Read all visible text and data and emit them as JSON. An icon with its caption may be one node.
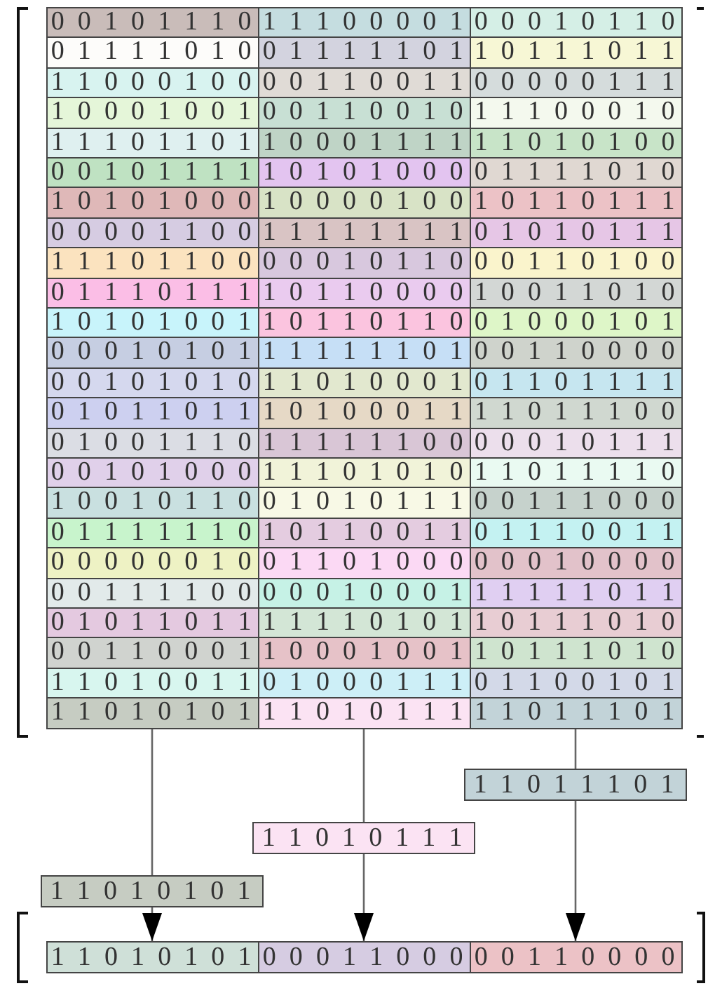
{
  "diagram": {
    "nodes": [
      {
        "text": [
          "0 0 1 0 1 1 1 0"
        ]
      },
      {
        "text": [
          "1 1 1 0 0 0 0 1"
        ]
      },
      {
        "text": [
          "0 0 0 1 0 1 1 0"
        ]
      },
      {
        "text": [
          "0 1 1 1 1 0 1 0"
        ]
      },
      {
        "text": [
          "0 1 1 1 1 1 0 1"
        ]
      },
      {
        "text": [
          "1 0 1 1 1 0 1 1"
        ]
      },
      {
        "text": [
          "1 1 0 0 0 1 0 0"
        ]
      },
      {
        "text": [
          "0 0 1 1 0 0 1 1"
        ]
      },
      {
        "text": [
          "0 0 0 0 0 1 1 1"
        ]
      },
      {
        "text": [
          "1 0 0 0 1 0 0 1"
        ]
      },
      {
        "text": [
          "0 0 1 1 0 0 1 0"
        ]
      },
      {
        "text": [
          "1 1 1 0 0 0 1 0"
        ]
      },
      {
        "text": [
          "1 1 1 0 1 1 0 1"
        ]
      },
      {
        "text": [
          "1 0 0 0 1 1 1 1"
        ]
      },
      {
        "text": [
          "1 1 0 1 0 1 0 0"
        ]
      },
      {
        "text": [
          "0 0 1 0 1 1 1 1"
        ]
      },
      {
        "text": [
          "1 0 1 0 1 0 0 0"
        ]
      },
      {
        "text": [
          "0 1 1 1 1 0 1 0"
        ]
      },
      {
        "text": [
          "1 0 1 0 1 0 0 0"
        ]
      },
      {
        "text": [
          "1 0 0 0 0 1 0 0"
        ]
      },
      {
        "text": [
          "1 0 1 1 0 1 1 1"
        ]
      },
      {
        "text": [
          "0 0 0 0 1 1 0 0"
        ]
      },
      {
        "text": [
          "1 1 1 1 1 1 1 1"
        ]
      },
      {
        "text": [
          "0 1 0 1 0 1 1 1"
        ]
      },
      {
        "text": [
          "1 1 1 0 1 1 0 0"
        ]
      },
      {
        "text": [
          "0 0 0 1 0 1 1 0"
        ]
      },
      {
        "text": [
          "0 0 1 1 0 1 0 0"
        ]
      },
      {
        "text": [
          "0 1 1 1 0 1 1 1"
        ]
      },
      {
        "text": [
          "1 0 1 1 0 0 0 0"
        ]
      },
      {
        "text": [
          "1 0 0 1 1 0 1 0"
        ]
      },
      {
        "text": [
          "1 0 1 0 1 0 0 1"
        ]
      },
      {
        "text": [
          "1 0 1 1 0 1 1 0"
        ]
      },
      {
        "text": [
          "0 1 0 0 0 1 0 1"
        ]
      },
      {
        "text": [
          "0 0 0 1 0 1 0 1"
        ]
      },
      {
        "text": [
          "1 1 1 1 1 1 0 1"
        ]
      },
      {
        "text": [
          "0 0 1 1 0 0 0 0"
        ]
      },
      {
        "text": [
          "0 0 1 0 1 0 1 0"
        ]
      },
      {
        "text": [
          "1 1 0 1 0 0 0 1"
        ]
      },
      {
        "text": [
          "0 1 1 0 1 1 1 1"
        ]
      },
      {
        "text": [
          "0 1 0 1 1 0 1 1"
        ]
      },
      {
        "text": [
          "1 0 1 0 0 0 1 1"
        ]
      },
      {
        "text": [
          "1 1 0 1 1 1 0 0"
        ]
      },
      {
        "text": [
          "0 1 0 0 1 1 1 0"
        ]
      },
      {
        "text": [
          "1 1 1 1 1 1 0 0"
        ]
      },
      {
        "text": [
          "0 0 0 1 0 1 1 1"
        ]
      },
      {
        "text": [
          "0 0 1 0 1 0 0 0"
        ]
      },
      {
        "text": [
          "1 1 1 0 1 0 1 0"
        ]
      },
      {
        "text": [
          "1 1 0 1 1 1 1 0"
        ]
      },
      {
        "text": [
          "1 0 0 1 0 1 1 0"
        ]
      },
      {
        "text": [
          "0 1 0 1 0 1 1 1"
        ]
      },
      {
        "text": [
          "0 0 1 1 1 0 0 0"
        ]
      },
      {
        "text": [
          "0 1 1 1 1 1 1 0"
        ]
      },
      {
        "text": [
          "1 0 1 1 0 0 1 1"
        ]
      },
      {
        "text": [
          "0 1 1 1 0 0 1 1"
        ]
      },
      {
        "text": [
          "0 0 0 0 0 0 1 0"
        ]
      },
      {
        "text": [
          "0 1 1 0 1 0 0 0"
        ]
      },
      {
        "text": [
          "0 0 0 1 0 0 0 0"
        ]
      },
      {
        "text": [
          "0 0 1 1 1 1 0 0"
        ]
      },
      {
        "text": [
          "0 0 0 1 0 0 0 1"
        ]
      },
      {
        "text": [
          "1 1 1 1 1 0 1 1"
        ]
      },
      {
        "text": [
          "0 1 0 1 1 0 1 1"
        ]
      },
      {
        "text": [
          "1 1 1 1 0 1 0 1"
        ]
      },
      {
        "text": [
          "1 0 1 1 1 0 1 0"
        ]
      },
      {
        "text": [
          "0 0 1 1 0 0 0 1"
        ]
      },
      {
        "text": [
          "1 0 0 0 1 0 0 1"
        ]
      },
      {
        "text": [
          "1 0 1 1 1 0 1 0"
        ]
      },
      {
        "text": [
          "1 1 0 1 0 0 1 1"
        ]
      },
      {
        "text": [
          "0 1 0 0 0 1 1 1"
        ]
      },
      {
        "text": [
          "0 1 1 0 0 1 0 1"
        ]
      },
      {
        "text": [
          "1 1 0 1 0 1 0 1"
        ]
      },
      {
        "text": [
          "1 1 0 1 0 1 1 1"
        ]
      },
      {
        "text": [
          "1 1 0 1 1 1 0 1"
        ]
      },
      {
        "text": [
          "1 1 0 1 1 1 0 1"
        ]
      },
      {
        "text": [
          "1 1 0 1 0 1 1 1"
        ]
      },
      {
        "text": [
          "1 1 0 1 0 1 0 1"
        ]
      },
      {
        "text": [
          "1 1 0 1 0 1 0 1"
        ]
      },
      {
        "text": [
          "0 0 0 1 1 0 0 0"
        ]
      },
      {
        "text": [
          "0 0 1 1 0 0 0 0"
        ]
      }
    ],
    "edges": [
      {
        "from": 69,
        "to": 74,
        "arrow": "none"
      },
      {
        "from": 74,
        "to": 75,
        "arrow": "to"
      },
      {
        "from": 70,
        "to": 73,
        "arrow": "none"
      },
      {
        "from": 73,
        "to": 76,
        "arrow": "to"
      },
      {
        "from": 71,
        "to": 72,
        "arrow": "none"
      },
      {
        "from": 72,
        "to": 77,
        "arrow": "to"
      }
    ]
  }
}
